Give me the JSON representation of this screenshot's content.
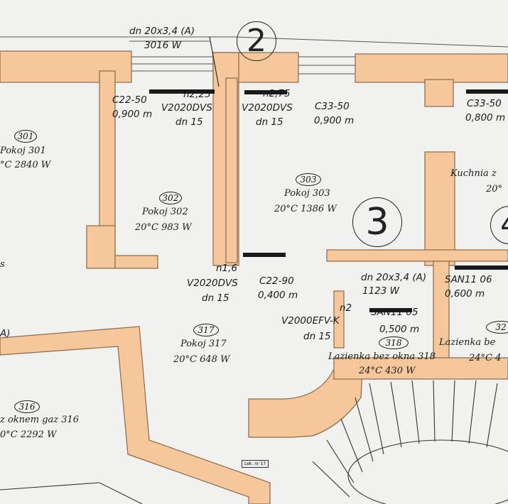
{
  "pipes": {
    "top": {
      "spec": "dn 20x3,4 (A)",
      "power": "3016 W"
    },
    "mid": {
      "spec": "dn 20x3,4 (A)",
      "power": "1123 W"
    }
  },
  "circles": {
    "c2": "2",
    "c3": "3",
    "c4": "4"
  },
  "radiators": {
    "r1": {
      "type": "C22-50",
      "length": "0,900 m"
    },
    "r2": {
      "n": "n2,25",
      "valve": "V2020DVS",
      "dn": "dn 15"
    },
    "r3": {
      "n": "n2,75",
      "valve": "V2020DVS",
      "dn": "dn 15"
    },
    "r4": {
      "type": "C33-50",
      "length": "0,900 m"
    },
    "r5": {
      "type": "C33-50",
      "length": "0,800 m"
    },
    "r6": {
      "n": "n1,6",
      "valve": "V2020DVS",
      "dn": "dn 15"
    },
    "r7": {
      "type": "C22-90",
      "length": "0,400 m"
    },
    "r8": {
      "type": "SAN11 06",
      "length": "0,600 m"
    },
    "r9": {
      "n": "n2",
      "valve": "V2000EFV-K",
      "dn": "dn 15"
    },
    "r10": {
      "type": "SAN11 05",
      "length": "0,500 m"
    }
  },
  "rooms": {
    "r301": {
      "num": "301",
      "name": "Pokoj 301",
      "temp": "°C 2840 W"
    },
    "r302": {
      "num": "302",
      "name": "Pokoj 302",
      "temp": "20°C 983 W"
    },
    "r303": {
      "num": "303",
      "name": "Pokoj 303",
      "temp": "20°C 1386 W"
    },
    "kitchen": {
      "name": "Kuchnia z",
      "temp": "20°"
    },
    "r317": {
      "num": "317",
      "name": "Pokoj 317",
      "temp": "20°C 648 W"
    },
    "r318": {
      "num": "318",
      "name": "Lazienka bez okna 318",
      "temp": "24°C 430 W"
    },
    "r32x": {
      "num": "32",
      "name": "Lazienka be",
      "temp": "24°C 4"
    },
    "r316": {
      "num": "316",
      "name": "z oknem gaz 316",
      "temp": "0°C 2292 W"
    }
  },
  "edge_marks": {
    "left_s": "s",
    "left_a": "A)"
  },
  "stamp": "Lek. nr 17"
}
